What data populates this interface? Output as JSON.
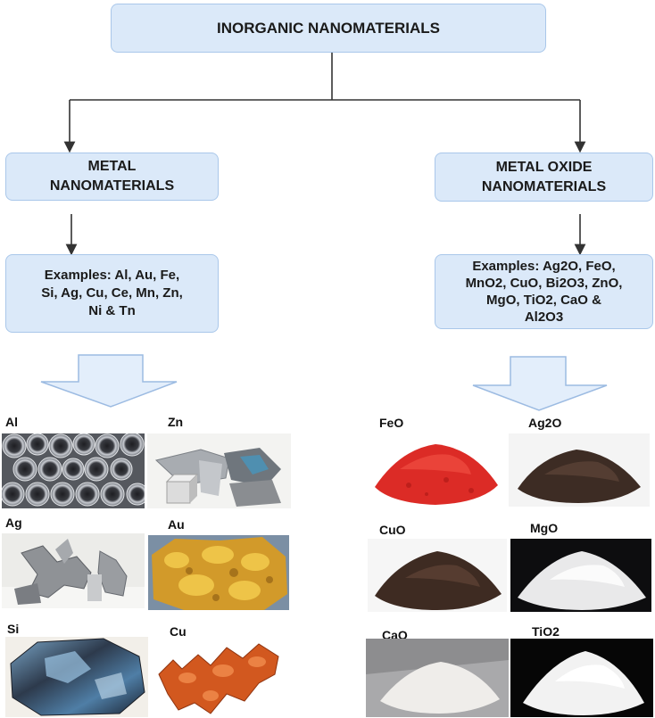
{
  "root": {
    "title": "INORGANIC  NANOMATERIALS"
  },
  "metal": {
    "title": "METAL\nNANOMATERIALS",
    "examples": "Examples: Al, Au, Fe,\nSi, Ag, Cu, Ce, Mn, Zn,\nNi & Tn",
    "samples": [
      {
        "label": "Al",
        "icon": "aluminium-tubes-photo"
      },
      {
        "label": "Zn",
        "icon": "zinc-metal-photo"
      },
      {
        "label": "Ag",
        "icon": "silver-crystal-photo"
      },
      {
        "label": "Au",
        "icon": "gold-nugget-photo"
      },
      {
        "label": "Si",
        "icon": "silicon-lump-photo"
      },
      {
        "label": "Cu",
        "icon": "copper-nugget-photo"
      }
    ]
  },
  "oxide": {
    "title": "METAL OXIDE\nNANOMATERIALS",
    "examples": "Examples: Ag2O, FeO,\nMnO2, CuO, Bi2O3, ZnO,\nMgO, TiO2, CaO &\nAl2O3",
    "samples": [
      {
        "label": "FeO",
        "icon": "red-powder-photo"
      },
      {
        "label": "Ag2O",
        "icon": "dark-brown-powder-photo"
      },
      {
        "label": "CuO",
        "icon": "dark-brown-powder-photo"
      },
      {
        "label": "MgO",
        "icon": "white-powder-dark-photo"
      },
      {
        "label": "CaO",
        "icon": "white-powder-grey-photo"
      },
      {
        "label": "TiO2",
        "icon": "white-powder-dark-photo"
      }
    ]
  },
  "colors": {
    "box_fill": "#dbe9f9",
    "box_border": "#a9c7ea",
    "arrow_fill": "#e3eefb",
    "arrow_stroke": "#9cbbe2",
    "line": "#333333"
  }
}
